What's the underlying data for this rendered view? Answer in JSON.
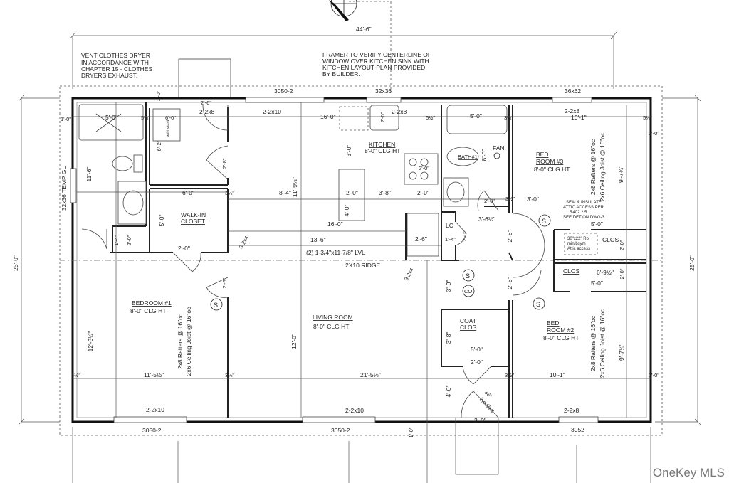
{
  "notes": {
    "dryer": [
      "VENT CLOTHES DRYER",
      "IN ACCORDANCE WITH",
      "CHAPTER 15 - CLOTHES",
      "DRYERS EXHAUST."
    ],
    "framer": [
      "FRAMER TO VERIFY CENTERLINE OF",
      "WINDOW OVER KITCHEN SINK WITH",
      "KITCHEN LAYOUT PLAN PROVIDED",
      "BY BUILDER."
    ],
    "attic": [
      "SEAL& INSULATE",
      "ATTIC ACCESS PER",
      "R402.2.5",
      "SEE DET ON DWG-3"
    ],
    "attic_opening": [
      "30\"x22\" Ro",
      "min/bsym",
      "Attic access"
    ]
  },
  "overall": {
    "width": "44'-6\"",
    "depth_left": "25'-0\"",
    "depth_right": "25'-0\""
  },
  "rooms": {
    "kitchen": {
      "name": "KITCHEN",
      "clg": "8'-0\" CLG HT"
    },
    "bath1": {
      "name": "BATH#1",
      "fan": "FAN"
    },
    "bed3": {
      "name1": "BED",
      "name2": "ROOM #3",
      "clg": "8'-0\" CLG HT"
    },
    "walkin": {
      "name1": "WALK-IN",
      "name2": "CLOSET"
    },
    "bed1": {
      "name": "BEDROOM #1",
      "clg": "8'-0\" CLG HT"
    },
    "living": {
      "name": "LIVING ROOM",
      "clg": "8'-0\" CLG HT"
    },
    "coat": {
      "name1": "COAT",
      "name2": "CLOS"
    },
    "bed2": {
      "name1": "BED",
      "name2": "ROOM #2",
      "clg": "8'-0\" CLG HT"
    },
    "clos_upper": "CLOS",
    "clos_lower": "CLOS",
    "lc": "LC"
  },
  "framing": {
    "rafters": "2x8 Rafters @ 16\"oc",
    "joists": "2x6 Ceiling Joist @ 16\"oc",
    "lvl": "(2) 1-3/4\"x11-7/8\" LVL",
    "ridge": "2X10 RIDGE",
    "post_left": "3-2x4",
    "post_right": "3-2x4"
  },
  "windows": {
    "top": [
      "3050-2",
      "32x36",
      "36x62"
    ],
    "bottom": [
      "3050-2",
      "3050-2",
      "3052"
    ],
    "left": "32x36 TEMP GL",
    "door_ext": [
      "36\"",
      "insul/ws"
    ]
  },
  "headers": {
    "top_living": "2-2x10",
    "top_kitchen": "2-2x8",
    "top_laundry": "2-2x8",
    "top_bed3": "2-2x8",
    "bottom_bed1": "2-2x10",
    "bottom_living": "2-2x10",
    "bottom_bed2": "2-2x8"
  },
  "dims": {
    "shower": "5'-0\"",
    "tub": "5'-0\"",
    "wd": "6'-0\"",
    "wd_depth": "6'-2\"",
    "wd_label": "w/d stack",
    "bath_len": "11'-6\"",
    "door_laundry_top": "2'-6\"",
    "door_28": "2'-8\"",
    "walkin_w": "6'-0\"",
    "walkin_d": "5'-0\"",
    "walkin_door": "2'-0\"",
    "closet_small_w": "1'-4\"",
    "closet_small_d": "2'-0\"",
    "kitchen_16a": "16'-0\"",
    "kitchen_16b": "16'-0\"",
    "kitchen_3": "3'-0\"",
    "kitchen_island_w": "2'-0\"",
    "kitchen_island_d": "4'-0\"",
    "kitchen_38": "3'-8\"",
    "kitchen_2b": "2'-0\"",
    "kitchen_range": "2'-0\"",
    "sink": "2'-0\"",
    "kitchen_84": "8'-4\"",
    "kitchen_119": "11'-9½\"",
    "d135": "13'-6\"",
    "fridge": "2'-6\"",
    "lc_w": "1'-4\"",
    "lc_door": "2'-0\"",
    "bath_door": "2'-0\"",
    "bath_8": "8'-0\"",
    "hall_365": "3'-6½\"",
    "hall_door_26": "2'-6\"",
    "bed3_door_26": "2'-6\"",
    "bed3_3": "3'-0\"",
    "bed3_101": "10'-1\"",
    "bed3_97": "9'-7¼\"",
    "clos_5a": "5'-0\"",
    "clos_5b": "5'-0\"",
    "clos_2a": "2'-0\"",
    "clos_2b": "2'-0\"",
    "clos_695": "6'-9½\"",
    "bed1_door": "2'-6\"",
    "bed1_123": "12'-3½\"",
    "bed1_115": "11'-5½\"",
    "living_12": "12'-0\"",
    "living_215": "21'-5½\"",
    "hall_39": "3'-9\"",
    "coat_38": "3'-8\"",
    "coat_5": "5'-0\"",
    "coat_door": "2'-0\"",
    "entry_4": "4'-0\"",
    "entry_3": "3'-0\"",
    "bed2_door": "2'-6\"",
    "bed2_101": "10'-1\"",
    "bed2_97": "9'-7¼\"",
    "oh_1": "1'-0\"",
    "wall_55": "5½\"",
    "wall_35": "3½\""
  },
  "symbols": {
    "smoke": "S",
    "co": "CO"
  },
  "watermark": "OneKey MLS"
}
